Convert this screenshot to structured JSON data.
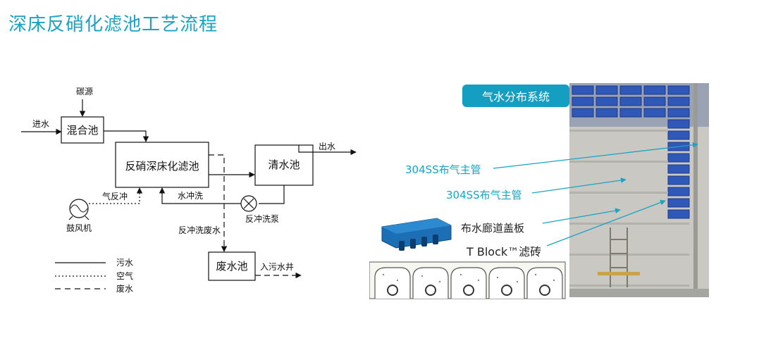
{
  "title": "深床反硝化滤池工艺流程",
  "flow": {
    "carbon_source": "碳源",
    "inlet": "进水",
    "mixing_tank": "混合池",
    "denitrification_filter": "反硝深床化滤池",
    "clear_water_tank": "清水池",
    "outlet": "出水",
    "air_backwash": "气反冲",
    "water_backwash": "水冲洗",
    "blower": "鼓风机",
    "backwash_pump": "反冲洗泵",
    "backwash_wastewater": "反冲洗废水",
    "waste_tank": "废水池",
    "to_sewer_well": "入污水井"
  },
  "legend": [
    {
      "label": "污水",
      "style": "solid"
    },
    {
      "label": "空气",
      "style": "dotted"
    },
    {
      "label": "废水",
      "style": "dashed"
    }
  ],
  "photo": {
    "badge": "气水分布系统",
    "labels": [
      "304SS布气主管",
      "304SS布气主管",
      "布水廊道盖板",
      "T Block™滤砖"
    ]
  },
  "colors": {
    "accent": "#1aa3c4",
    "badge": "#149fc2"
  }
}
